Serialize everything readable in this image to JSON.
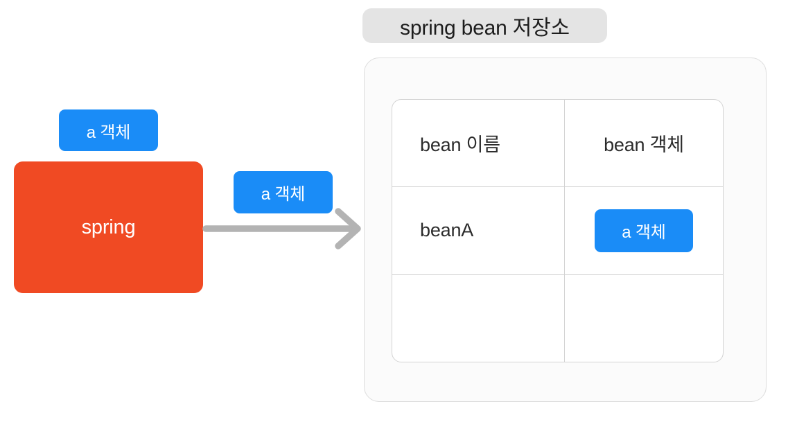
{
  "title": {
    "label": "spring bean 저장소"
  },
  "source": {
    "label": "spring",
    "color": "#f04a23"
  },
  "objects": {
    "badge_label": "a 객체",
    "color": "#1a8cf7"
  },
  "arrow": {
    "name": "flow-arrow-right",
    "color": "#b3b3b3"
  },
  "table": {
    "headers": {
      "name": "bean 이름",
      "object": "bean 객체"
    },
    "rows": [
      {
        "name": "beanA",
        "object": "a 객체",
        "object_is_badge": true
      },
      {
        "name": "",
        "object": "",
        "object_is_badge": false
      }
    ]
  }
}
